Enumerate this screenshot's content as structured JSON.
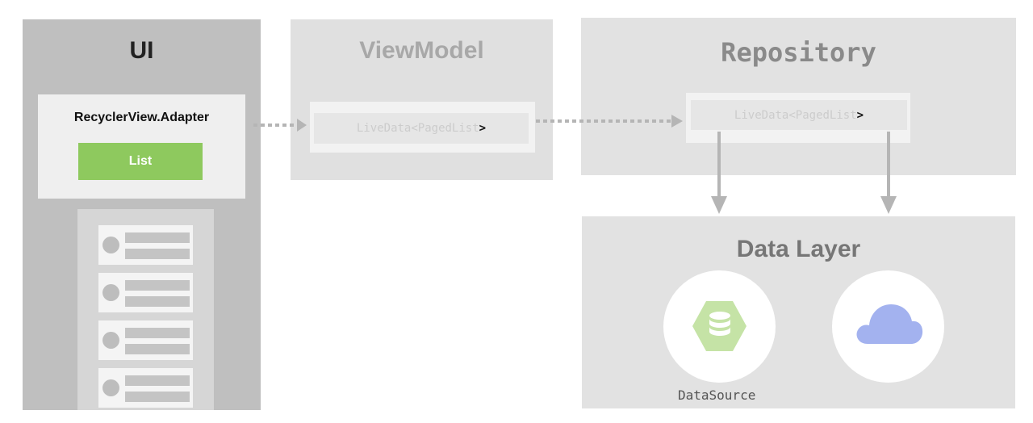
{
  "ui_panel": {
    "title": "UI",
    "adapter": {
      "label": "RecyclerView.Adapter",
      "list_button": "List"
    },
    "recycler_rows": 4
  },
  "viewmodel_panel": {
    "title": "ViewModel",
    "code": "LiveData<PagedList",
    "code_close": ">"
  },
  "repository_panel": {
    "title": "Repository",
    "code": "LiveData<PagedList",
    "code_close": ">"
  },
  "data_layer_panel": {
    "title": "Data Layer",
    "sources": [
      {
        "icon": "database-hexagon-icon",
        "label": "DataSource",
        "color": "#c5e3a6"
      },
      {
        "icon": "cloud-icon",
        "label": "",
        "color": "#a3b2ef"
      }
    ]
  },
  "colors": {
    "list_button": "#8ec95e",
    "arrow": "#b5b5b5",
    "database_icon": "#c5e3a6",
    "cloud_icon": "#a3b2ef"
  }
}
